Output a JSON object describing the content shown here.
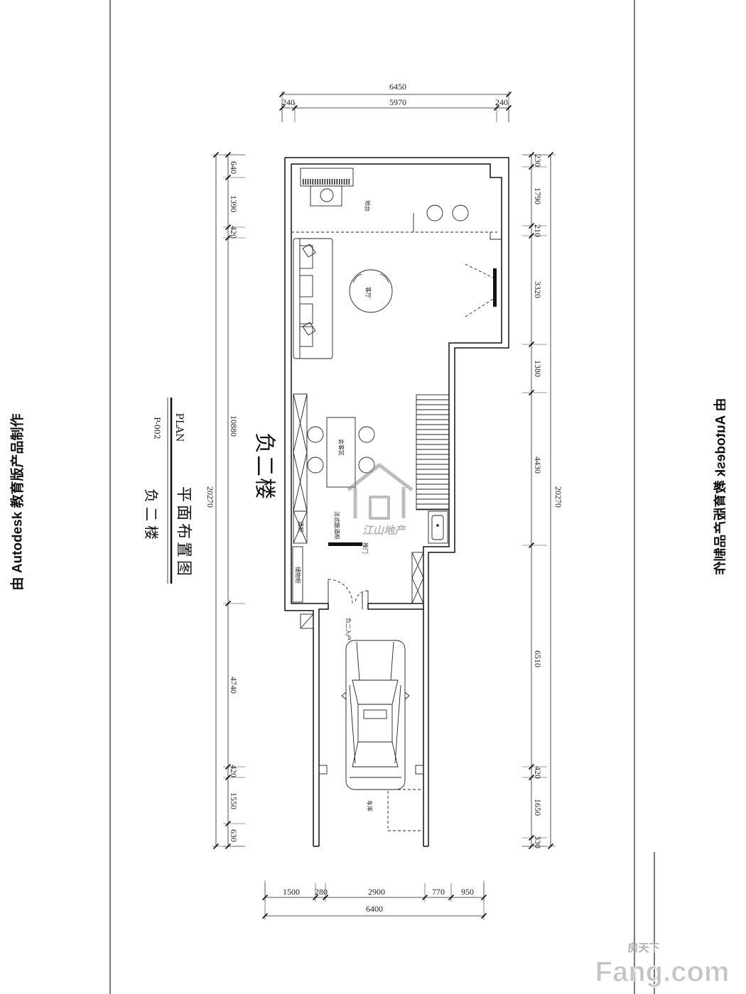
{
  "sheet": {
    "software_note": "由 Autodesk 教育版产品制作",
    "software_note_bleed": "由 Autodesk 教育版产品制作",
    "floor_label": "负二楼"
  },
  "title_block": {
    "title": "平面布置图",
    "title_en": "PLAN",
    "sheet_number": "P-002",
    "floor": "负二楼"
  },
  "dimensions": {
    "top_total": "6450",
    "top_segments": [
      "240",
      "5970",
      "240"
    ],
    "left_total": "20270",
    "left_segments": [
      "640",
      "1390",
      "420",
      "10880",
      "4740",
      "420",
      "1550",
      "630"
    ],
    "right_total": "20270",
    "right_segments": [
      "230",
      "1790",
      "210",
      "3320",
      "1380",
      "4430",
      "6510",
      "420",
      "1650",
      "330"
    ],
    "bottom_total": "6400",
    "bottom_segments": [
      "1500",
      "280",
      "2900",
      "770",
      "950"
    ]
  },
  "rooms": {
    "platform": "地台",
    "living_room": "客厅",
    "reception_area": "会客区",
    "french_cabinet": "法式酿酒柜",
    "wine_cabinet": "酒柜",
    "storage_cabinet": "储物柜",
    "door": "推门",
    "entrance": "负二入户",
    "garage": "车库"
  },
  "watermarks": {
    "developer_logo_text": "江山地产",
    "site_logo_cn": "房天下",
    "site_logo_en": "Fang.com",
    "logo_color": "#8a8a8a"
  }
}
